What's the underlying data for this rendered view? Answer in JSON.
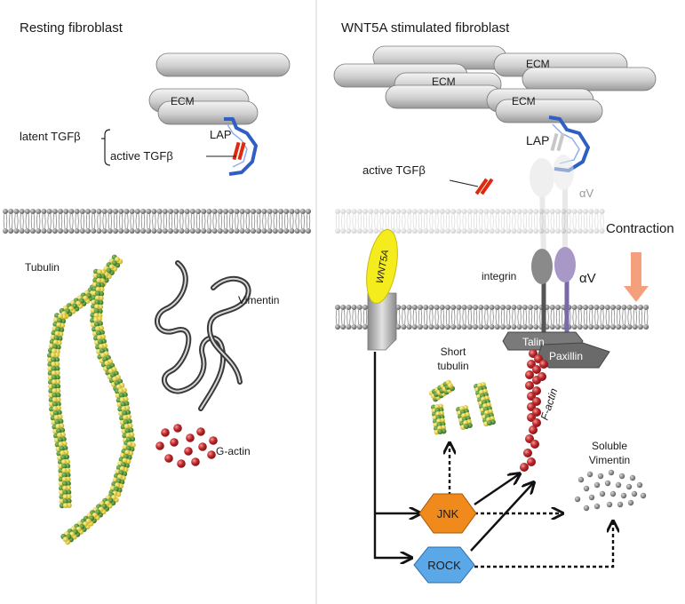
{
  "left_panel": {
    "title": "Resting fibroblast",
    "ecm": "ECM",
    "lap": "LAP",
    "latent_tgfb": "latent TGFβ",
    "active_tgfb": "active TGFβ",
    "tubulin": "Tubulin",
    "vimentin": "Vimentin",
    "g_actin": "G-actin"
  },
  "right_panel": {
    "title": "WNT5A stimulated fibroblast",
    "ecm_1": "ECM",
    "ecm_2": "ECM",
    "ecm_3": "ECM",
    "lap": "LAP",
    "active_tgfb": "active TGFβ",
    "av_faded": "αV",
    "contraction": "Contraction",
    "wnt5a": "WNT5A",
    "integrin": "integrin",
    "av": "αV",
    "talin": "Talin",
    "paxillin": "Paxillin",
    "short_tubulin_1": "Short",
    "short_tubulin_2": "tubulin",
    "f_actin": "F-actin",
    "soluble_vimentin_1": "Soluble",
    "soluble_vimentin_2": "Vimentin",
    "jnk": "JNK",
    "rock": "ROCK"
  },
  "colors": {
    "tubulin_green": "#3f8a2a",
    "tubulin_yellow": "#e8d21c",
    "actin_red": "#c0282c",
    "lap_blue": "#2f5fc4",
    "tgfb_red": "#e02a10",
    "jnk_orange": "#f08a1c",
    "rock_blue": "#5aa8e8",
    "wnt5a_yellow": "#f4ec1c",
    "av_purple": "#a898c8",
    "contraction_arrow": "#f4a07c"
  }
}
